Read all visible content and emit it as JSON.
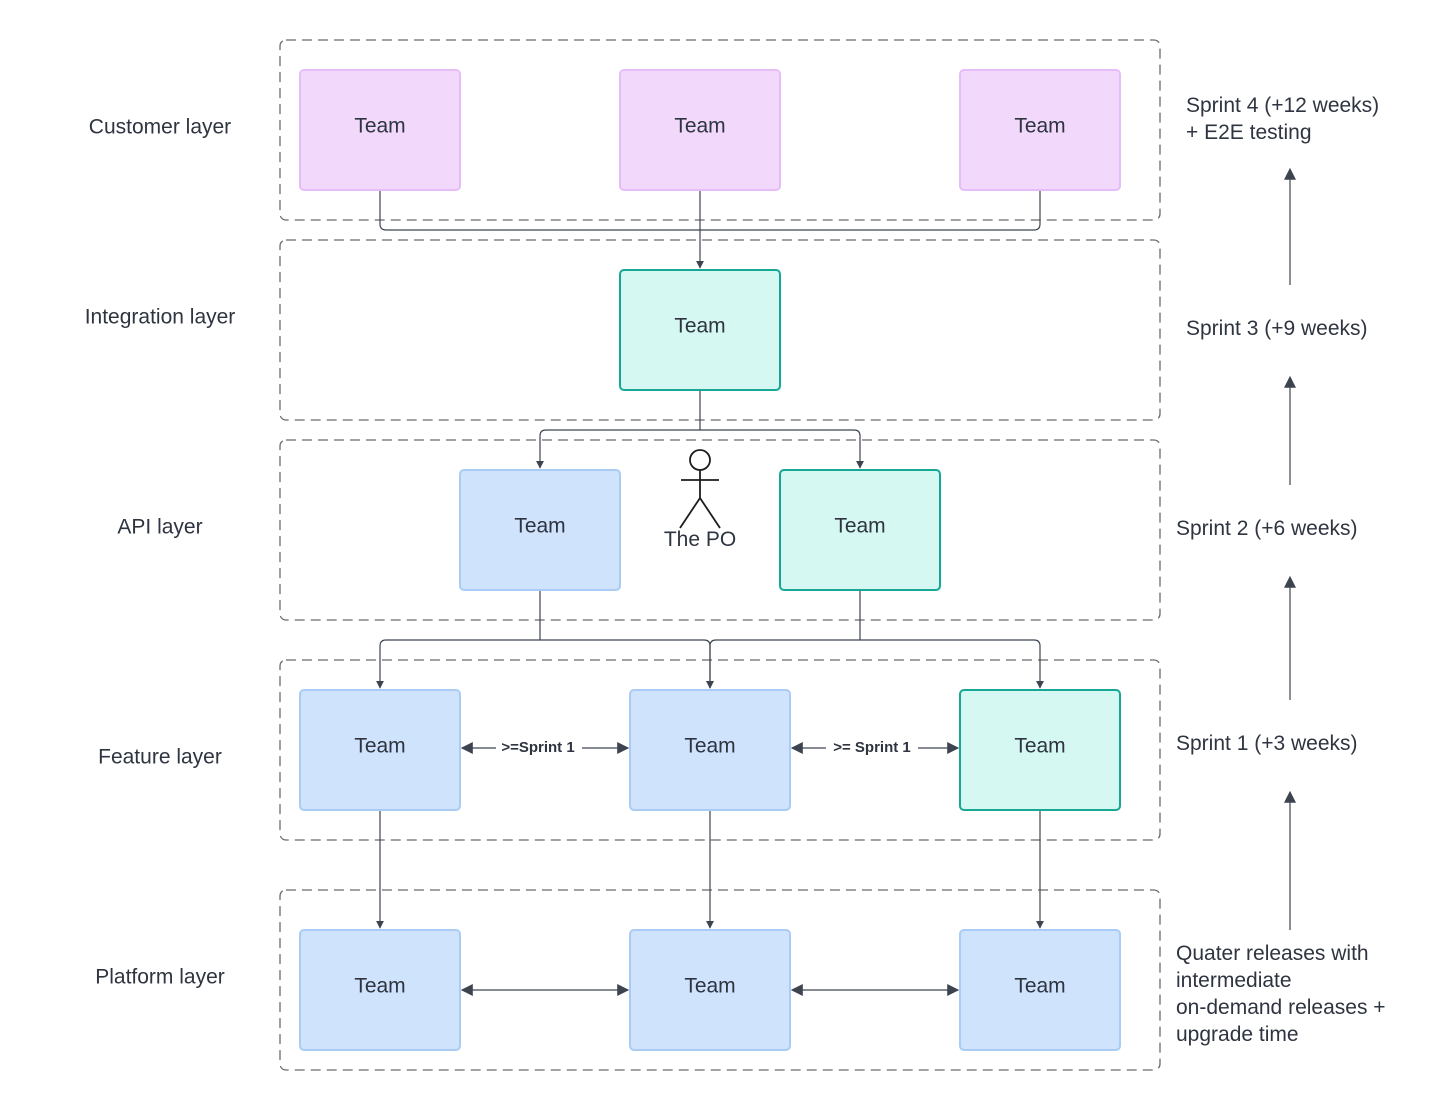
{
  "colors": {
    "customer_fill": "#f2d9fc",
    "customer_stroke": "#e7bdf7",
    "integration_fill": "#d6f8f2",
    "integration_stroke": "#16a895",
    "api_fill": "#cfe3fc",
    "api_stroke": "#a9cbf5",
    "connector": "#3d4450"
  },
  "layers": [
    {
      "label": "Customer layer"
    },
    {
      "label": "Integration layer"
    },
    {
      "label": "API layer"
    },
    {
      "label": "Feature layer"
    },
    {
      "label": "Platform layer"
    }
  ],
  "teams": {
    "customer": [
      "Team",
      "Team",
      "Team"
    ],
    "integration": [
      "Team"
    ],
    "api": [
      "Team",
      "Team"
    ],
    "feature": [
      "Team",
      "Team",
      "Team"
    ],
    "platform": [
      "Team",
      "Team",
      "Team"
    ]
  },
  "po": {
    "label": "The PO"
  },
  "dependency_labels": {
    "feature_left": ">=Sprint 1",
    "feature_right": ">= Sprint 1"
  },
  "timeline": {
    "sprint4": [
      "Sprint 4 (+12 weeks)",
      "+ E2E testing"
    ],
    "sprint3": "Sprint 3 (+9 weeks)",
    "sprint2": "Sprint 2 (+6 weeks)",
    "sprint1": "Sprint 1 (+3 weeks)",
    "platform": [
      "Quater releases with",
      "intermediate",
      "on-demand releases +",
      "upgrade time"
    ]
  }
}
